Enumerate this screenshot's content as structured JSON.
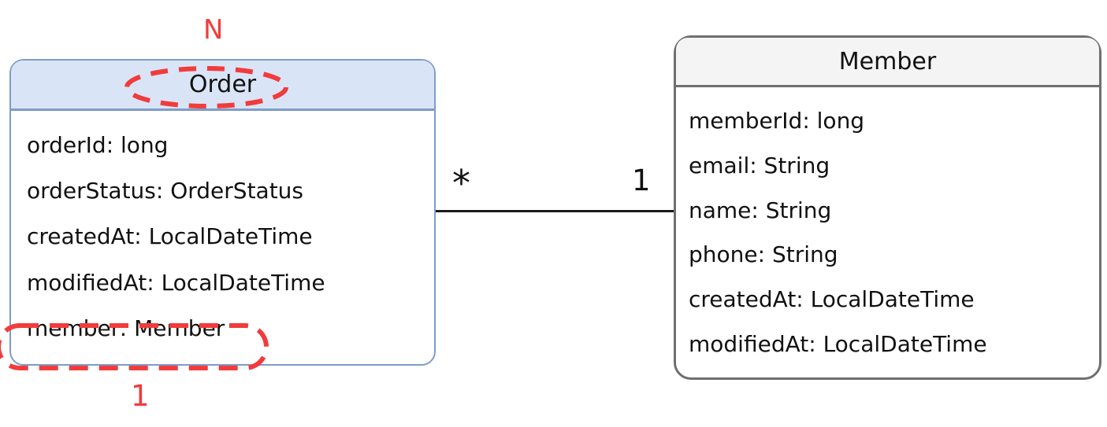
{
  "diagram": {
    "classes": [
      {
        "name": "Order",
        "fields": [
          "orderId: long",
          "orderStatus: OrderStatus",
          "createdAt: LocalDateTime",
          "modifiedAt: LocalDateTime",
          "member: Member"
        ]
      },
      {
        "name": "Member",
        "fields": [
          "memberId: long",
          "email: String",
          "name: String",
          "phone: String",
          "createdAt: LocalDateTime",
          "modifiedAt: LocalDateTime"
        ]
      }
    ],
    "relationship": {
      "source_multiplicity": "*",
      "target_multiplicity": "1"
    },
    "annotations": {
      "top_label": "N",
      "bottom_label": "1"
    },
    "colors": {
      "highlight_red": "#f23b3b",
      "order_header_fill": "#d9e5f7",
      "order_border": "#7e9cc9",
      "member_header_fill": "#f4f4f4",
      "member_border": "#6f6f6f",
      "connector": "#1a1a1a"
    }
  }
}
